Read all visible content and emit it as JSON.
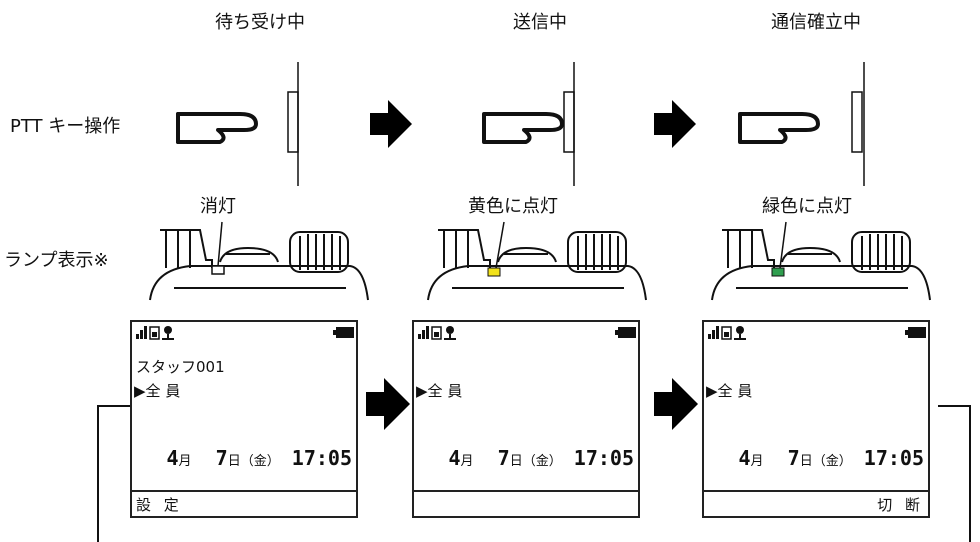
{
  "headers": [
    "待ち受け中",
    "送信中",
    "通信確立中"
  ],
  "row_labels": {
    "ptt": "PTT キー操作",
    "lamp": "ランプ表示※"
  },
  "lamp_states": [
    {
      "label": "消灯",
      "color": "#ffffff"
    },
    {
      "label": "黄色に点灯",
      "color": "#f2e21a"
    },
    {
      "label": "緑色に点灯",
      "color": "#2f9e4f"
    }
  ],
  "screens": [
    {
      "name_line": "スタッフ001",
      "target": "全 員",
      "month": "4",
      "month_unit": "月",
      "day": "7",
      "day_unit": "日",
      "weekday": "（金）",
      "time": "17:05",
      "foot_left": "設 定",
      "foot_right": ""
    },
    {
      "name_line": "",
      "target": "全 員",
      "month": "4",
      "month_unit": "月",
      "day": "7",
      "day_unit": "日",
      "weekday": "（金）",
      "time": "17:05",
      "foot_left": "",
      "foot_right": ""
    },
    {
      "name_line": "",
      "target": "全 員",
      "month": "4",
      "month_unit": "月",
      "day": "7",
      "day_unit": "日",
      "weekday": "（金）",
      "time": "17:05",
      "foot_left": "",
      "foot_right": "切 断"
    }
  ],
  "colors": {
    "line": "#111111",
    "arrow": "#000000"
  }
}
